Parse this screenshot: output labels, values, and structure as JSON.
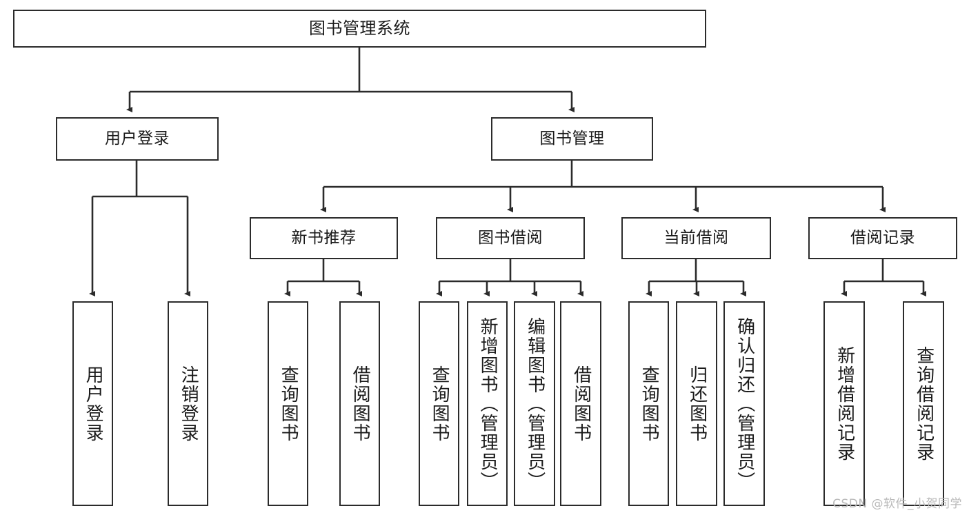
{
  "diagram": {
    "title": "图书管理系统",
    "type": "tree-hierarchy",
    "watermark": "CSDN @软件_小贺同学",
    "colors": {
      "box_border": "#2b2b2b",
      "box_fill": "#ffffff",
      "connector": "#2b2b2b",
      "text": "#1a1a1a",
      "watermark": "#b9b9b9"
    }
  },
  "nodes": {
    "root": {
      "label": "图书管理系统"
    },
    "level2": [
      {
        "id": "user-login",
        "label": "用户登录"
      },
      {
        "id": "book-management",
        "label": "图书管理"
      }
    ],
    "level3": [
      {
        "id": "new-book-recommend",
        "label": "新书推荐"
      },
      {
        "id": "book-borrow",
        "label": "图书借阅"
      },
      {
        "id": "current-borrow",
        "label": "当前借阅"
      },
      {
        "id": "borrow-record",
        "label": "借阅记录"
      }
    ],
    "leaves": {
      "user_login": [
        {
          "id": "leaf-user-login",
          "label": "用户登录"
        },
        {
          "id": "leaf-logout-login",
          "label": "注销登录"
        }
      ],
      "new_book_recommend": [
        {
          "id": "leaf-query-book-1",
          "label": "查询图书"
        },
        {
          "id": "leaf-borrow-book-1",
          "label": "借阅图书"
        }
      ],
      "book_borrow": [
        {
          "id": "leaf-query-book-2",
          "label": "查询图书"
        },
        {
          "id": "leaf-add-book",
          "label": "新增图书（管理员）"
        },
        {
          "id": "leaf-edit-book",
          "label": "编辑图书（管理员）"
        },
        {
          "id": "leaf-borrow-book-2",
          "label": "借阅图书"
        }
      ],
      "current_borrow": [
        {
          "id": "leaf-query-book-3",
          "label": "查询图书"
        },
        {
          "id": "leaf-return-book",
          "label": "归还图书"
        },
        {
          "id": "leaf-confirm-return",
          "label": "确认归还（管理员）"
        }
      ],
      "borrow_record": [
        {
          "id": "leaf-add-record",
          "label": "新增借阅记录"
        },
        {
          "id": "leaf-query-record",
          "label": "查询借阅记录"
        }
      ]
    }
  }
}
